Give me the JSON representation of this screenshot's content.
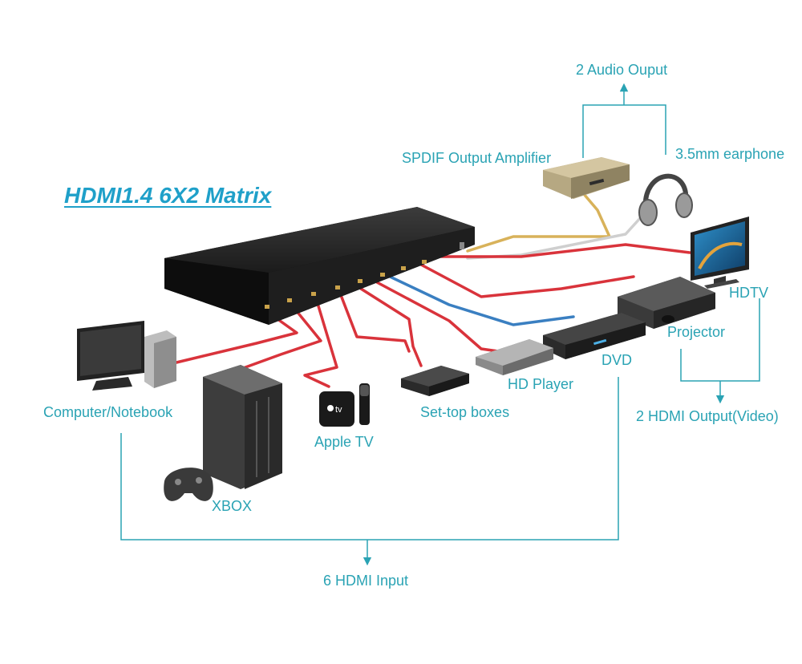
{
  "title": "HDMI1.4 6X2 Matrix",
  "labels": {
    "audio_output": "2 Audio Ouput",
    "spdif": "SPDIF Output Amplifier",
    "earphone": "3.5mm earphone",
    "hdtv": "HDTV",
    "projector": "Projector",
    "dvd": "DVD",
    "hd_player": "HD Player",
    "settop": "Set-top boxes",
    "apple_tv": "Apple TV",
    "computer": "Computer/Notebook",
    "xbox": "XBOX",
    "hdmi_output": "2 HDMI Output(Video)",
    "hdmi_input": "6 HDMI Input",
    "appletv_badge": "tv"
  },
  "colors": {
    "label": "#2aa3b4",
    "title": "#1fa0c9",
    "hdmi_cable": "#d9333b",
    "blue_cable": "#3a7fc1",
    "gold_cable": "#d8b25a",
    "white_cable": "#cfcfcf",
    "bracket": "#2aa3b4"
  },
  "icons": [
    "matrix-switch-icon",
    "amplifier-icon",
    "headphones-icon",
    "hdtv-icon",
    "projector-icon",
    "dvd-player-icon",
    "hd-player-icon",
    "settop-box-icon",
    "apple-tv-icon",
    "remote-icon",
    "computer-icon",
    "xbox-icon",
    "gamepad-icon"
  ]
}
